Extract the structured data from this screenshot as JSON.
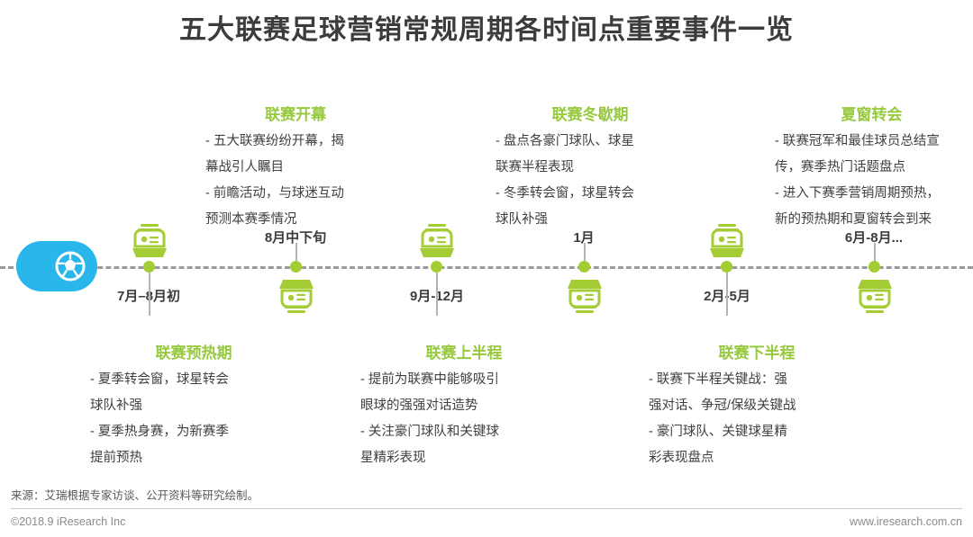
{
  "title": "五大联赛足球营销常规周期各时间点重要事件一览",
  "colors": {
    "heading_green": "#96c93d",
    "dot_green": "#a4cc34",
    "icon_green": "#a4cc34",
    "origin_blue": "#29b6ea",
    "axis_gray": "#9a9a9a",
    "body_text": "#404040"
  },
  "origin": {
    "icon": "speeding-soccer-ball-icon"
  },
  "nodes": [
    {
      "id": "preheat",
      "position": "below",
      "date": "7月–8月初",
      "heading": "联赛预热期",
      "lines": [
        "- 夏季转会窗，球星转会",
        "球队补强",
        "- 夏季热身赛，为新赛季",
        "提前预热"
      ],
      "icon": "card-box-icon"
    },
    {
      "id": "opening",
      "position": "above",
      "date": "8月中下旬",
      "heading": "联赛开幕",
      "lines": [
        "- 五大联赛纷纷开幕，揭",
        "幕战引人瞩目",
        "- 前瞻活动，与球迷互动",
        "预测本赛季情况"
      ],
      "icon": "card-box-icon"
    },
    {
      "id": "first-half",
      "position": "below",
      "date": "9月-12月",
      "heading": "联赛上半程",
      "lines": [
        "- 提前为联赛中能够吸引",
        "眼球的强强对话造势",
        "- 关注豪门球队和关键球",
        "星精彩表现"
      ],
      "icon": "card-box-icon"
    },
    {
      "id": "winter-break",
      "position": "above",
      "date": "1月",
      "heading": "联赛冬歇期",
      "lines": [
        "- 盘点各豪门球队、球星",
        "联赛半程表现",
        "- 冬季转会窗，球星转会",
        "球队补强"
      ],
      "icon": "card-box-icon"
    },
    {
      "id": "second-half",
      "position": "below",
      "date": "2月-5月",
      "heading": "联赛下半程",
      "lines": [
        "- 联赛下半程关键战：强",
        "强对话、争冠/保级关键战",
        "- 豪门球队、关键球星精",
        "彩表现盘点"
      ],
      "icon": "card-box-icon"
    },
    {
      "id": "summer-window",
      "position": "above",
      "date": "6月-8月...",
      "heading": "夏窗转会",
      "lines": [
        "- 联赛冠军和最佳球员总结宣",
        "传，赛季热门话题盘点",
        "- 进入下赛季营销周期预热，",
        "新的预热期和夏窗转会到来"
      ],
      "icon": "card-box-icon"
    }
  ],
  "footer": {
    "source": "来源：艾瑞根据专家访谈、公开资料等研究绘制。",
    "copyright": "©2018.9 iResearch Inc",
    "website": "www.iresearch.com.cn"
  }
}
